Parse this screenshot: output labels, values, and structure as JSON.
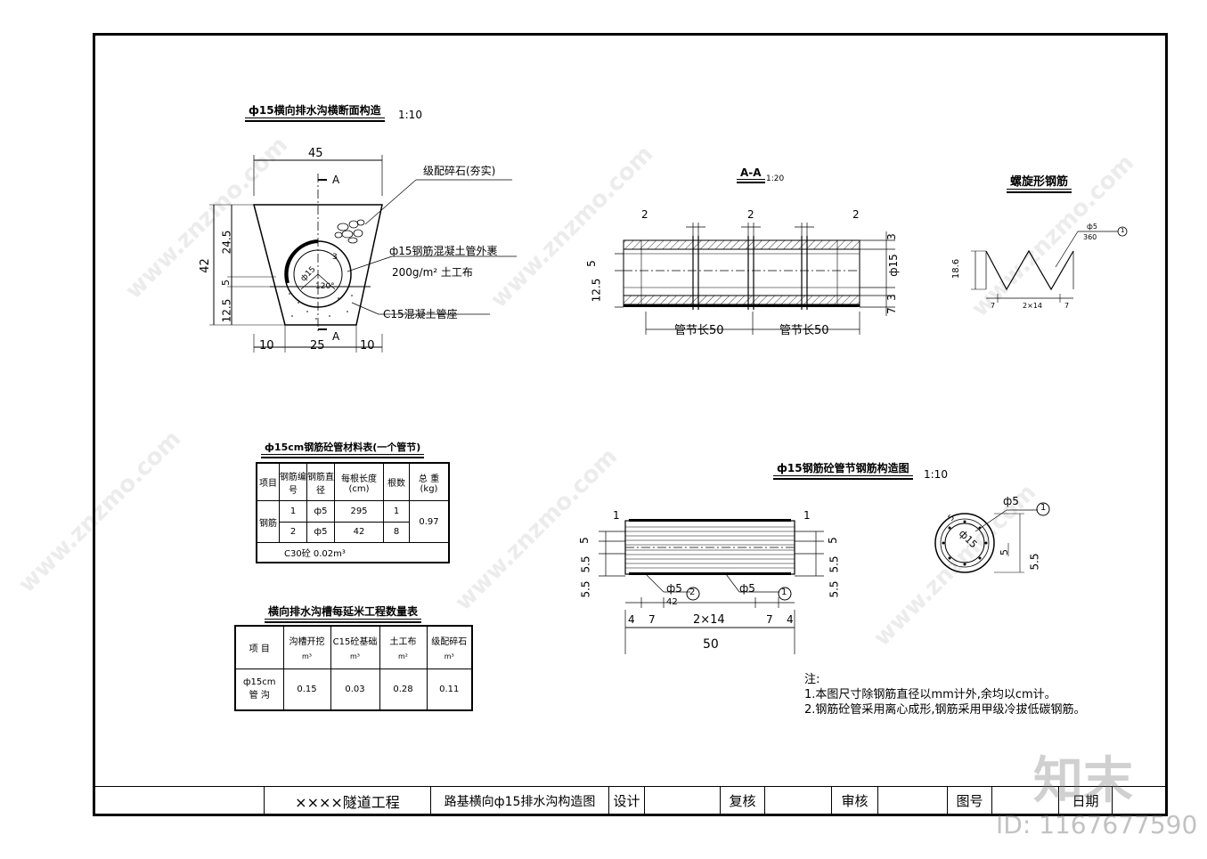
{
  "section": {
    "title": "ф15横向排水沟横断面构造",
    "scale": "1:10",
    "dims": {
      "top_width": "45",
      "height_total": "42",
      "h_upper": "24.5",
      "h_mid": "5",
      "h_lower": "12.5",
      "bottom_left": "10",
      "bottom_mid": "25",
      "bottom_right": "10"
    },
    "cut_label": "A",
    "labels": {
      "gravel": "级配碎石(夯实)",
      "pipe": "ф15钢筋混凝土管外裹",
      "fabric": "200g/m² 土工布",
      "base": "C15混凝土管座"
    },
    "pipe_dims": {
      "d": "ф15",
      "t": "3",
      "angle": "120°"
    }
  },
  "aa": {
    "title": "A-A",
    "scale": "1:20",
    "gap": "2",
    "dims_left": [
      "5",
      "12.5"
    ],
    "dims_right": [
      "3",
      "ф15",
      "3",
      "7"
    ],
    "segment_label": "管节长50"
  },
  "spiral": {
    "title": "螺旋形钢筋",
    "height": "18.6",
    "bar_dia": "ф5",
    "bar_len": "360",
    "mark": "1",
    "bottom": [
      "7",
      "2×14",
      "7"
    ]
  },
  "material_table": {
    "title": "ф15cm钢筋砼管材料表(一个管节)",
    "headers": [
      "项目",
      "钢筋编号",
      "钢筋直径",
      "每根长度(cm)",
      "根数",
      "总 重(kg)"
    ],
    "row_label": "钢筋",
    "rows": [
      {
        "no": "1",
        "dia": "ф5",
        "len": "295",
        "count": "1"
      },
      {
        "no": "2",
        "dia": "ф5",
        "len": "42",
        "count": "8"
      }
    ],
    "total": "0.97",
    "concrete": "C30砼     0.02m³"
  },
  "qty_table": {
    "title": "横向排水沟槽每延米工程数量表",
    "headers": [
      "项 目",
      "沟槽开挖",
      "C15砼基础",
      "土工布",
      "级配碎石"
    ],
    "units": [
      "m³",
      "m³",
      "m²",
      "m³"
    ],
    "row_label": "ф15cm 管 沟",
    "values": [
      "0.15",
      "0.03",
      "0.28",
      "0.11"
    ]
  },
  "rebar": {
    "title": "ф15钢筋砼管节钢筋构造图",
    "scale": "1:10",
    "end_marks": [
      "1",
      "1"
    ],
    "dims_left": [
      "5",
      "5.5",
      "5.5"
    ],
    "dims_right": [
      "5",
      "5.5",
      "5.5"
    ],
    "callouts": [
      {
        "dia": "ф5",
        "mark": "2",
        "len": "42"
      },
      {
        "dia": "ф5",
        "mark": "1"
      }
    ],
    "bottom": [
      "4",
      "7",
      "2×14",
      "7",
      "4"
    ],
    "length": "50",
    "circle": {
      "dia": "ф5",
      "mark": "1",
      "d": "ф15",
      "t": "5",
      "h": "5.5",
      "s": "5"
    }
  },
  "notes": {
    "head": "注:",
    "lines": [
      "1.本图尺寸除钢筋直径以mm计外,余均以cm计。",
      "2.钢筋砼管采用离心成形,钢筋采用甲级冷拔低碳钢筋。"
    ]
  },
  "titleblock": {
    "project": "××××隧道工程",
    "drawing": "路基横向ф15排水沟构造图",
    "design": "设计",
    "check": "复核",
    "approve": "审核",
    "figure_no": "图号",
    "date": "日期"
  },
  "watermark": {
    "text": "www.znzmo.com",
    "brand": "知末",
    "id": "ID: 1167677590"
  }
}
